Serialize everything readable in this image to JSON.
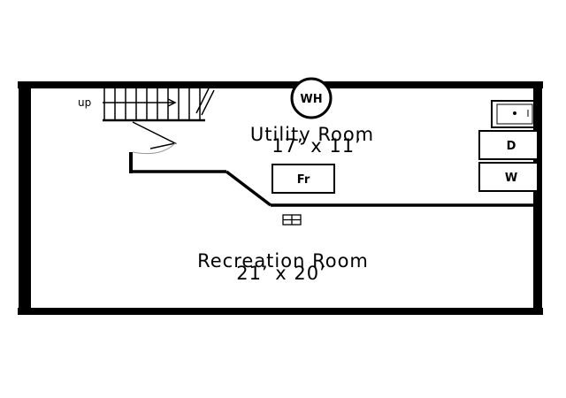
{
  "plan": {
    "stairs_label": "up",
    "rooms": [
      {
        "name": "Utility Room",
        "dimensions": "17’ x 11’"
      },
      {
        "name": "Recreation Room",
        "dimensions": "21’ x 20’"
      }
    ],
    "fixtures": {
      "water_heater": "WH",
      "furnace": "Fr",
      "dryer": "D",
      "washer": "W"
    }
  }
}
